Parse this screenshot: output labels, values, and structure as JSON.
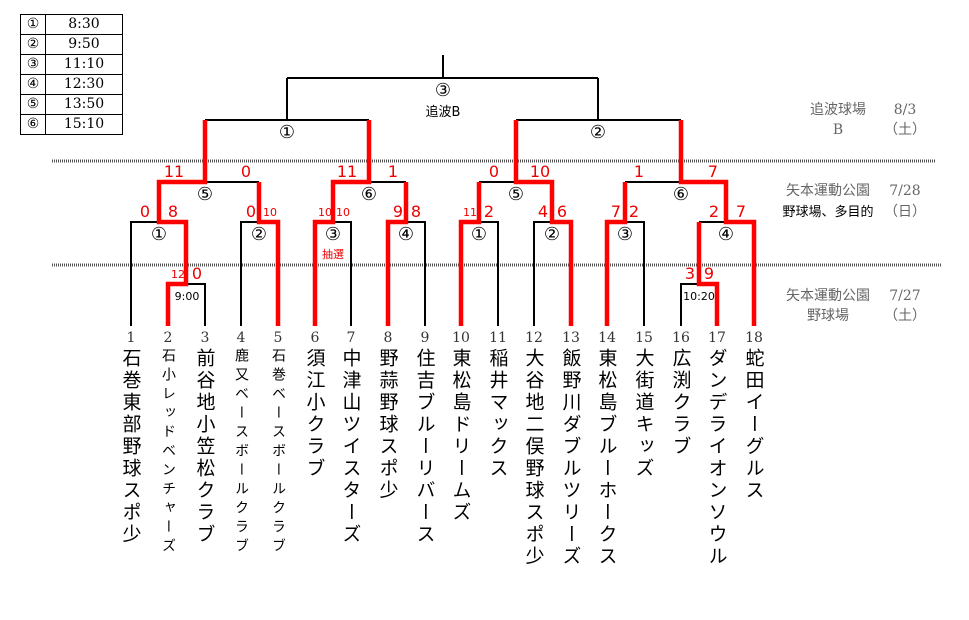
{
  "schedule": [
    {
      "no": "①",
      "time": "8:30"
    },
    {
      "no": "②",
      "time": "9:50"
    },
    {
      "no": "③",
      "time": "11:10"
    },
    {
      "no": "④",
      "time": "12:30"
    },
    {
      "no": "⑤",
      "time": "13:50"
    },
    {
      "no": "⑥",
      "time": "15:10"
    }
  ],
  "final": {
    "game": "③",
    "field": "追波B"
  },
  "semis": [
    "①",
    "②"
  ],
  "qf": [
    "⑤",
    "⑥",
    "⑤",
    "⑥"
  ],
  "r1": [
    "①",
    "②",
    "③",
    "④",
    "①",
    "②",
    "③",
    "④"
  ],
  "prelim_times": [
    "9:00",
    "10:20"
  ],
  "lottery": "抽選",
  "scores": {
    "prelim_left": [
      "12",
      "0"
    ],
    "prelim_right": [
      "3",
      "9"
    ],
    "r1": [
      [
        "0",
        "8"
      ],
      [
        "0",
        "10"
      ],
      [
        "10",
        "10"
      ],
      [
        "9",
        "8"
      ],
      [
        "11",
        "2"
      ],
      [
        "4",
        "6"
      ],
      [
        "7",
        "2"
      ],
      [
        "2",
        "7"
      ]
    ],
    "qf": [
      [
        "11",
        "0"
      ],
      [
        "11",
        "1"
      ],
      [
        "0",
        "10"
      ],
      [
        "1",
        "7"
      ]
    ]
  },
  "venues": [
    {
      "name": "追波球場",
      "sub": "B",
      "date": "8/3",
      "day": "（土）"
    },
    {
      "name": "矢本運動公園",
      "sub": "野球場、多目的",
      "date": "7/28",
      "day": "（日）"
    },
    {
      "name": "矢本運動公園",
      "sub": "野球場",
      "date": "7/27",
      "day": "（土）"
    }
  ],
  "teams": [
    {
      "no": "1",
      "name": "石巻東部野球スポ少"
    },
    {
      "no": "2",
      "name": "石小レッドベンチャーズ"
    },
    {
      "no": "3",
      "name": "前谷地小笠松クラブ"
    },
    {
      "no": "4",
      "name": "鹿又ベースボールクラブ"
    },
    {
      "no": "5",
      "name": "石巻ベースボールクラブ"
    },
    {
      "no": "6",
      "name": "須江小クラブ"
    },
    {
      "no": "7",
      "name": "中津山ツイスターズ"
    },
    {
      "no": "8",
      "name": "野蒜野球スポ少"
    },
    {
      "no": "9",
      "name": "住吉ブルーリバース"
    },
    {
      "no": "10",
      "name": "東松島ドリームズ"
    },
    {
      "no": "11",
      "name": "稲井マックス"
    },
    {
      "no": "12",
      "name": "大谷地二俣野球スポ少"
    },
    {
      "no": "13",
      "name": "飯野川ダブルツリーズ"
    },
    {
      "no": "14",
      "name": "東松島ブルーホークス"
    },
    {
      "no": "15",
      "name": "大街道キッズ"
    },
    {
      "no": "16",
      "name": "広渕クラブ"
    },
    {
      "no": "17",
      "name": "ダンデライオンソウル"
    },
    {
      "no": "18",
      "name": "蛇田イーグルス"
    }
  ],
  "colors": {
    "winner_line": "#ff0000",
    "line": "#000000",
    "score": "#ee0000"
  }
}
